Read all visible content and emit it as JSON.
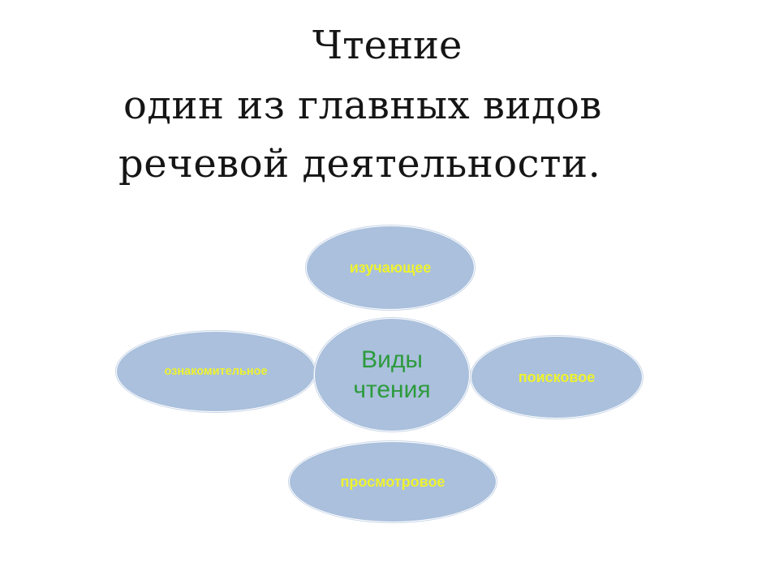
{
  "title": {
    "line1": "Чтение",
    "line2": "один из главных видов",
    "line3": "речевой  деятельности."
  },
  "diagram": {
    "center": {
      "line1": "Виды",
      "line2": "чтения"
    },
    "nodes": {
      "top": "изучающее",
      "left": "ознакомительное",
      "right": "поисковое",
      "bottom": "просмотровое"
    }
  },
  "colors": {
    "node_fill": "#aac0dc",
    "node_text": "#eef22e",
    "center_text": "#2c9a3c",
    "title_text": "#151515"
  }
}
